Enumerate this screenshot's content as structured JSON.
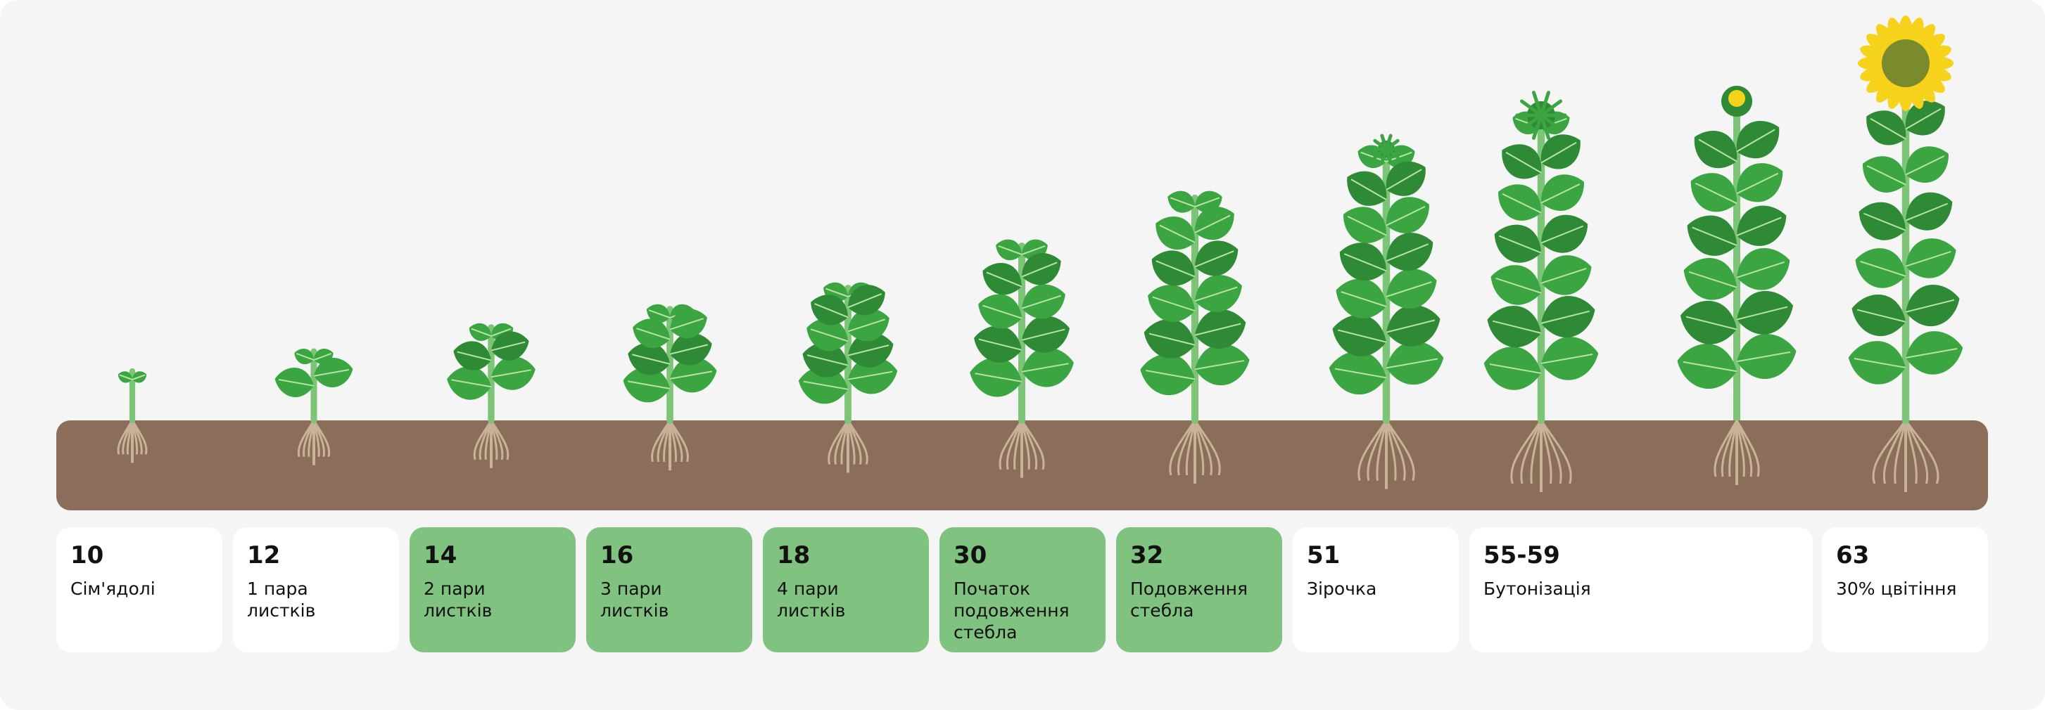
{
  "diagram": {
    "colors": {
      "background": "#f5f5f5",
      "soil": "#8b6e5a",
      "card": "#ffffff",
      "card_highlight": "#80c280",
      "leaf": "#3aa541",
      "leaf_dark": "#2f8a36",
      "stem": "#7cc576",
      "root": "#c9b29a",
      "petal": "#f7d21b",
      "disc": "#7c8a2e"
    },
    "stages": [
      {
        "code": "10",
        "label": "Сім'ядолі",
        "highlighted": false,
        "leaf_pairs": 0,
        "head": "none",
        "root_icon": "seedling-root-icon"
      },
      {
        "code": "12",
        "label": "1 пара\nлистків",
        "highlighted": false,
        "leaf_pairs": 1,
        "head": "none"
      },
      {
        "code": "14",
        "label": "2 пари\nлистків",
        "highlighted": true,
        "leaf_pairs": 2,
        "head": "none"
      },
      {
        "code": "16",
        "label": "3 пари\nлистків",
        "highlighted": true,
        "leaf_pairs": 3,
        "head": "none"
      },
      {
        "code": "18",
        "label": "4 пари\nлистків",
        "highlighted": true,
        "leaf_pairs": 4,
        "head": "none"
      },
      {
        "code": "30",
        "label": "Початок\nподовження\nстебла",
        "highlighted": true,
        "leaf_pairs": 4,
        "head": "none"
      },
      {
        "code": "32",
        "label": "Подовження\nстебла",
        "highlighted": true,
        "leaf_pairs": 5,
        "head": "none"
      },
      {
        "code": "51",
        "label": "Зірочка",
        "highlighted": false,
        "leaf_pairs": 6,
        "head": "star"
      },
      {
        "code": "55-59",
        "label": "Бутонізація",
        "highlighted": false,
        "leaf_pairs": 6,
        "head": "bud",
        "wide": true
      },
      {
        "code": "63",
        "label": "30% цвітіння",
        "highlighted": false,
        "leaf_pairs": 6,
        "head": "flower"
      }
    ]
  }
}
